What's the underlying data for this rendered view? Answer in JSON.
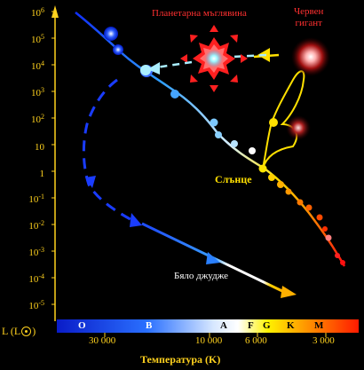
{
  "labels": {
    "planetary_nebula": "Планетарна мъглявина",
    "red_giant_line1": "Червен",
    "red_giant_line2": "гигант",
    "sun": "Слънце",
    "white_dwarf": "Бяло джудже",
    "y_axis": "L (L",
    "y_axis_close": ")",
    "x_axis": "Температура (K)"
  },
  "y_axis_ticks": [
    {
      "base": "10",
      "exp": "6"
    },
    {
      "base": "10",
      "exp": "5"
    },
    {
      "base": "10",
      "exp": "4"
    },
    {
      "base": "10",
      "exp": "3"
    },
    {
      "base": "10",
      "exp": "2"
    },
    {
      "base": "10",
      "exp": ""
    },
    {
      "base": "1",
      "exp": ""
    },
    {
      "base": "10",
      "exp": "-1"
    },
    {
      "base": "10",
      "exp": "-2"
    },
    {
      "base": "10",
      "exp": "-3"
    },
    {
      "base": "10",
      "exp": "-4"
    },
    {
      "base": "10",
      "exp": "-5"
    }
  ],
  "spectral_classes": [
    "O",
    "B",
    "A",
    "F",
    "G",
    "K",
    "M"
  ],
  "temperature_ticks": [
    "30 000",
    "10 000",
    "6 000",
    "3 000"
  ],
  "colors": {
    "axis": "#ffd21e",
    "nebula_label": "#ff3030",
    "red_giant_label": "#ff3030",
    "sun_label": "#ffe000",
    "white_dwarf_label": "#ffffff"
  }
}
